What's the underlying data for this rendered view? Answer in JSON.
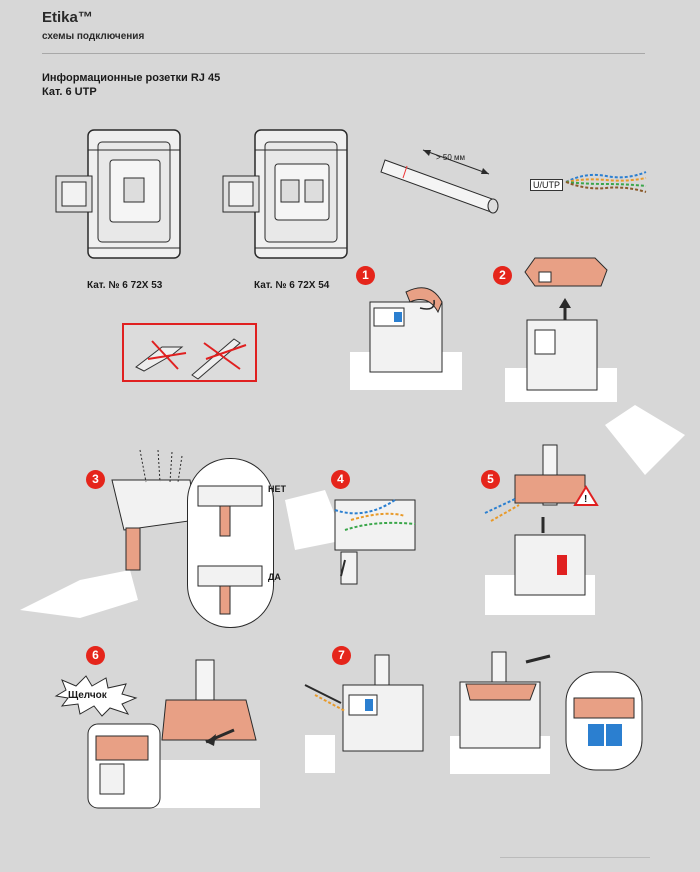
{
  "header": {
    "brand": "Etika™",
    "subtitle": "схемы подключения"
  },
  "document": {
    "title_line1": "Информационные розетки RJ 45",
    "title_line2": "Кат. 6 UTP"
  },
  "products": [
    {
      "label": "Кат. № 6 72X 53"
    },
    {
      "label": "Кат. № 6 72X 54"
    }
  ],
  "cable": {
    "strip_length": "> 50 мм",
    "type_label": "U/UTP"
  },
  "steps": [
    "1",
    "2",
    "3",
    "4",
    "5",
    "6",
    "7"
  ],
  "annotations": {
    "no": "НЕТ",
    "yes": "ДА",
    "click": "Щелчок"
  },
  "colors": {
    "step_badge": "#e5251b",
    "accent_salmon": "#e8a085",
    "forbidden_box": "#e02020",
    "wire_blue": "#2b7fd0",
    "wire_orange": "#e89a2a",
    "wire_green": "#3aa64a",
    "wire_brown": "#8a5a2a"
  }
}
